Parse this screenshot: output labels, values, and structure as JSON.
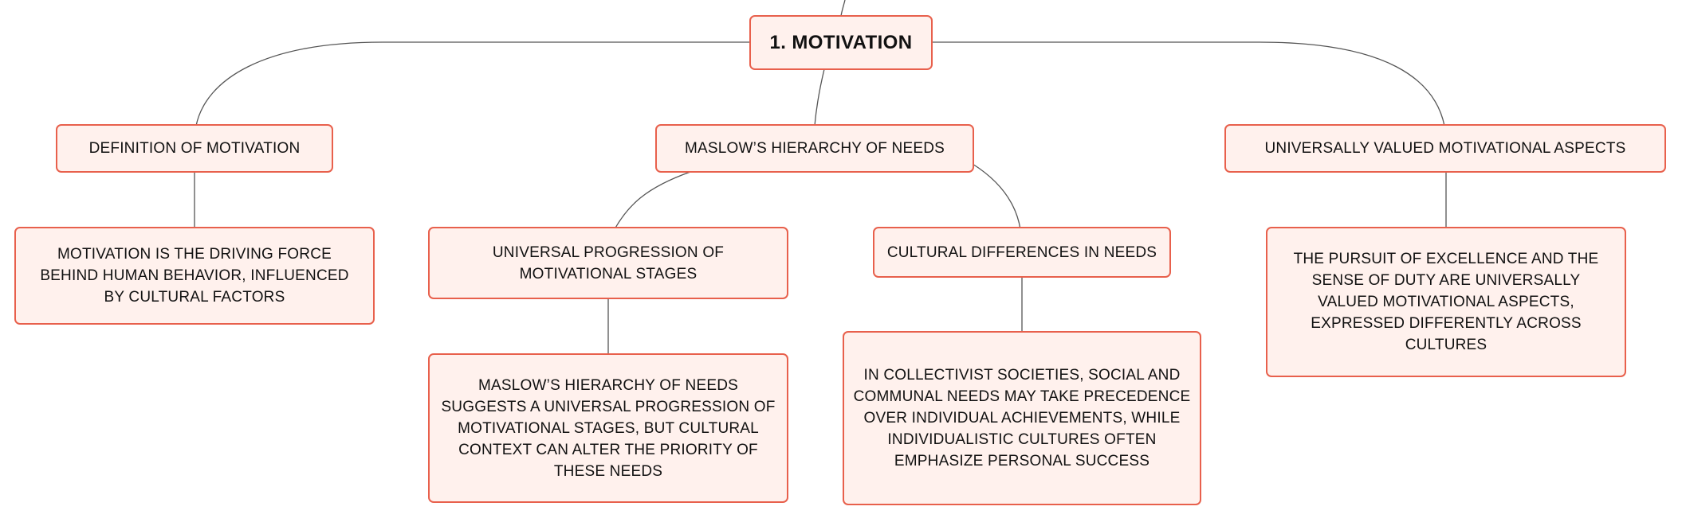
{
  "mindmap": {
    "root": {
      "label": "1. MOTIVATION"
    },
    "branches": [
      {
        "label": "DEFINITION OF MOTIVATION",
        "details": [
          "MOTIVATION IS THE DRIVING FORCE BEHIND HUMAN BEHAVIOR, INFLUENCED BY CULTURAL FACTORS"
        ]
      },
      {
        "label": "MASLOW’S HIERARCHY OF NEEDS",
        "children": [
          {
            "label": "UNIVERSAL PROGRESSION OF MOTIVATIONAL STAGES",
            "details": [
              "MASLOW’S HIERARCHY OF NEEDS SUGGESTS A UNIVERSAL PROGRESSION OF MOTIVATIONAL STAGES, BUT CULTURAL CONTEXT CAN ALTER THE PRIORITY OF THESE NEEDS"
            ]
          },
          {
            "label": "CULTURAL DIFFERENCES IN NEEDS",
            "details": [
              "IN COLLECTIVIST SOCIETIES, SOCIAL AND COMMUNAL NEEDS MAY TAKE PRECEDENCE OVER INDIVIDUAL ACHIEVEMENTS, WHILE INDIVIDUALISTIC CULTURES OFTEN EMPHASIZE PERSONAL SUCCESS"
            ]
          }
        ]
      },
      {
        "label": "UNIVERSALLY VALUED MOTIVATIONAL ASPECTS",
        "details": [
          "THE PURSUIT OF EXCELLENCE AND THE SENSE OF DUTY ARE UNIVERSALLY VALUED MOTIVATIONAL ASPECTS, EXPRESSED DIFFERENTLY ACROSS CULTURES"
        ]
      }
    ]
  },
  "colors": {
    "node_border": "#e8604c",
    "node_fill": "#fff1ed",
    "connector": "#555555"
  }
}
